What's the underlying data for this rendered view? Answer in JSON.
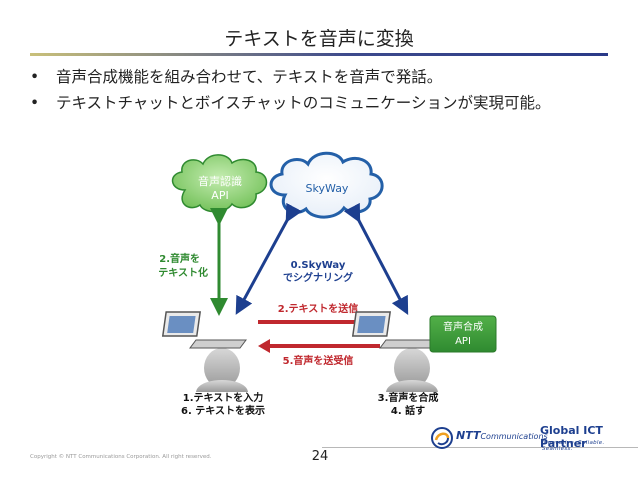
{
  "slide": {
    "title": "テキストを音声に変換",
    "bullets": [
      "音声合成機能を組み合わせて、テキストを音声で発話。",
      "テキストチャットとボイスチャットのコミュニケーションが実現可能。"
    ]
  },
  "diagram": {
    "cloud_speech_recognition_line1": "音声認識",
    "cloud_speech_recognition_line2": "API",
    "cloud_skyway": "SkyWay",
    "box_speech_synthesis_line1": "音声合成",
    "box_speech_synthesis_line2": "API",
    "label_speech_to_text_line1": "2.音声を",
    "label_speech_to_text_line2": "テキスト化",
    "label_signaling_line1": "0.SkyWay",
    "label_signaling_line2": "でシグナリング",
    "label_send_text": "2.テキストを送信",
    "label_send_voice": "5.音声を送受信",
    "left_user_line1": "1.テキストを入力",
    "left_user_line2": "6. テキストを表示",
    "right_user_line1": "3.音声を合成",
    "right_user_line2": "4. 話す"
  },
  "colors": {
    "green": "#2f8a30",
    "green_light": "#8fd36f",
    "blue_cloud": "#2460a8",
    "red": "#c0282e",
    "navy": "#1d3f8f"
  },
  "footer": {
    "copyright": "Copyright © NTT Communications Corporation. All right reserved.",
    "page_number": "24",
    "logo_ntt": "NTT",
    "logo_communications": "Communications",
    "logo_global": "Global ICT Partner",
    "logo_tagline": "Innovative. Reliable. Seamless."
  }
}
